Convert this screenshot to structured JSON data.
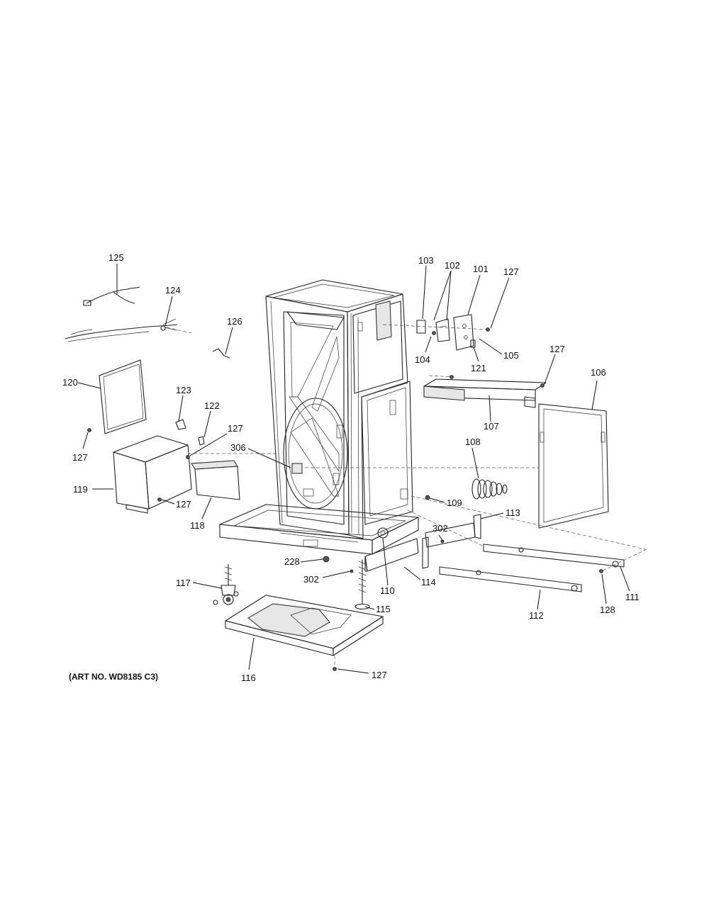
{
  "art_number": "(ART NO. WD8185 C3)",
  "callouts": [
    {
      "id": "c125",
      "text": "125"
    },
    {
      "id": "c124",
      "text": "124"
    },
    {
      "id": "c126",
      "text": "126"
    },
    {
      "id": "c120",
      "text": "120"
    },
    {
      "id": "c123",
      "text": "123"
    },
    {
      "id": "c122",
      "text": "122"
    },
    {
      "id": "c127a",
      "text": "127"
    },
    {
      "id": "c127b",
      "text": "127"
    },
    {
      "id": "c306",
      "text": "306"
    },
    {
      "id": "c119",
      "text": "119"
    },
    {
      "id": "c127c",
      "text": "127"
    },
    {
      "id": "c118",
      "text": "118"
    },
    {
      "id": "c103",
      "text": "103"
    },
    {
      "id": "c102",
      "text": "102"
    },
    {
      "id": "c101",
      "text": "101"
    },
    {
      "id": "c127d",
      "text": "127"
    },
    {
      "id": "c104",
      "text": "104"
    },
    {
      "id": "c121",
      "text": "121"
    },
    {
      "id": "c105",
      "text": "105"
    },
    {
      "id": "c127e",
      "text": "127"
    },
    {
      "id": "c106",
      "text": "106"
    },
    {
      "id": "c107",
      "text": "107"
    },
    {
      "id": "c108",
      "text": "108"
    },
    {
      "id": "c109",
      "text": "109"
    },
    {
      "id": "c113",
      "text": "113"
    },
    {
      "id": "c302a",
      "text": "302"
    },
    {
      "id": "c228",
      "text": "228"
    },
    {
      "id": "c302b",
      "text": "302"
    },
    {
      "id": "c110",
      "text": "110"
    },
    {
      "id": "c114",
      "text": "114"
    },
    {
      "id": "c117",
      "text": "117"
    },
    {
      "id": "c115",
      "text": "115"
    },
    {
      "id": "c112",
      "text": "112"
    },
    {
      "id": "c128",
      "text": "128"
    },
    {
      "id": "c111",
      "text": "111"
    },
    {
      "id": "c116",
      "text": "116"
    },
    {
      "id": "c127f",
      "text": "127"
    }
  ]
}
